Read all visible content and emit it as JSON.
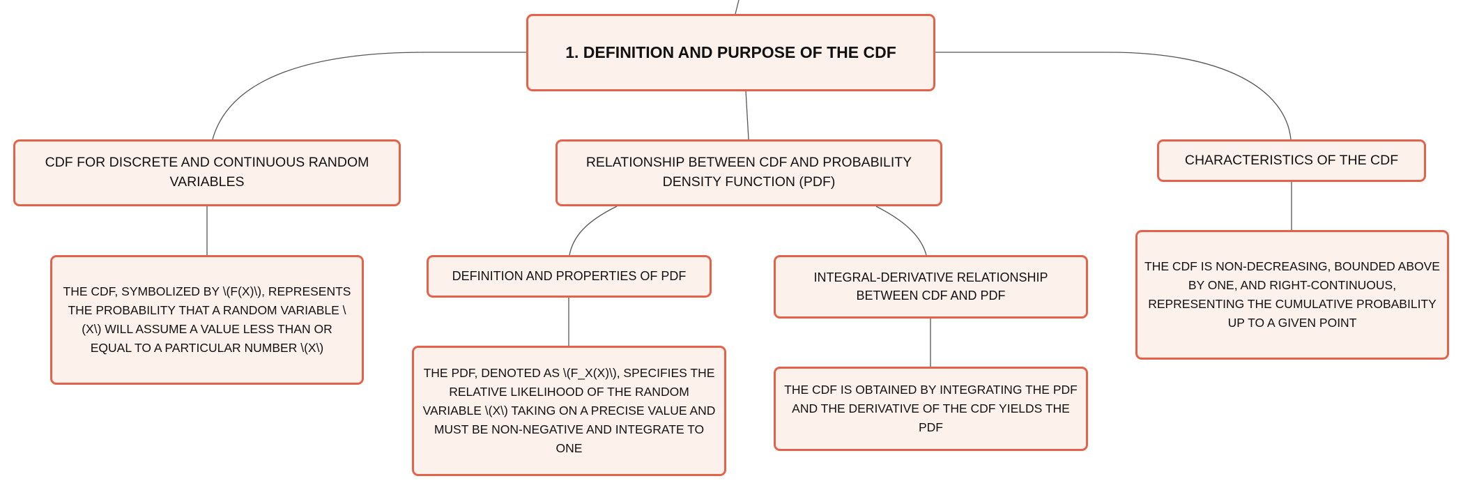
{
  "theme": {
    "node_fill": "#fdf1ec",
    "node_border": "#e5624a",
    "connector": "#555555",
    "text": "#111111"
  },
  "root": {
    "label": "1. DEFINITION AND PURPOSE OF THE CDF"
  },
  "branches": {
    "discrete_continuous": {
      "label": "CDF FOR DISCRETE AND CONTINUOUS RANDOM VARIABLES",
      "detail": "THE CDF, SYMBOLIZED BY \\(F(X)\\), REPRESENTS THE PROBABILITY THAT A RANDOM VARIABLE \\(X\\) WILL ASSUME A VALUE LESS THAN OR EQUAL TO A PARTICULAR NUMBER \\(X\\)"
    },
    "cdf_pdf_relationship": {
      "label": "RELATIONSHIP BETWEEN CDF AND PROBABILITY DENSITY FUNCTION (PDF)",
      "children": {
        "pdf_definition": {
          "label": "DEFINITION AND PROPERTIES OF PDF",
          "detail": "THE PDF, DENOTED AS \\(F_X(X)\\), SPECIFIES THE RELATIVE LIKELIHOOD OF THE RANDOM VARIABLE \\(X\\) TAKING ON A PRECISE VALUE AND MUST BE NON-NEGATIVE AND INTEGRATE TO ONE"
        },
        "integral_derivative": {
          "label": "INTEGRAL-DERIVATIVE RELATIONSHIP BETWEEN CDF AND PDF",
          "detail": "THE CDF IS OBTAINED BY INTEGRATING THE PDF AND THE DERIVATIVE OF THE CDF YIELDS THE PDF"
        }
      }
    },
    "characteristics": {
      "label": "CHARACTERISTICS OF THE CDF",
      "detail": "THE CDF IS NON-DECREASING, BOUNDED ABOVE BY ONE, AND RIGHT-CONTINUOUS, REPRESENTING THE CUMULATIVE PROBABILITY UP TO A GIVEN POINT"
    }
  }
}
